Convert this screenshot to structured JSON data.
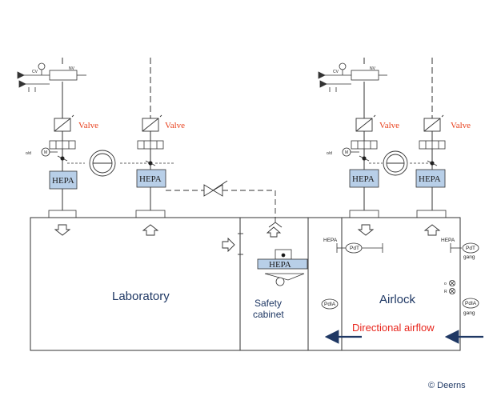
{
  "labels": {
    "valve": "Valve",
    "hepa": "HEPA",
    "laboratory": "Laboratory",
    "safety_cabinet_line1": "Safety",
    "safety_cabinet_line2": "cabinet",
    "airlock": "Airlock",
    "directional_airflow": "Directional airflow",
    "credit": "© Deerns",
    "hepa_small": "HEPA",
    "pdt": "PdT",
    "pdia": "PdIA",
    "gang": "gang",
    "cv": "CV",
    "nv": "NV",
    "m": "M",
    "o_d": "o/d",
    "o": "o",
    "r": "R"
  },
  "colors": {
    "line": "#333333",
    "hepa_fill": "#b8cfe8",
    "valve_text": "#e8401c",
    "room_text": "#1f3864",
    "airflow_text": "#e8251c",
    "arrow": "#1f3864"
  }
}
